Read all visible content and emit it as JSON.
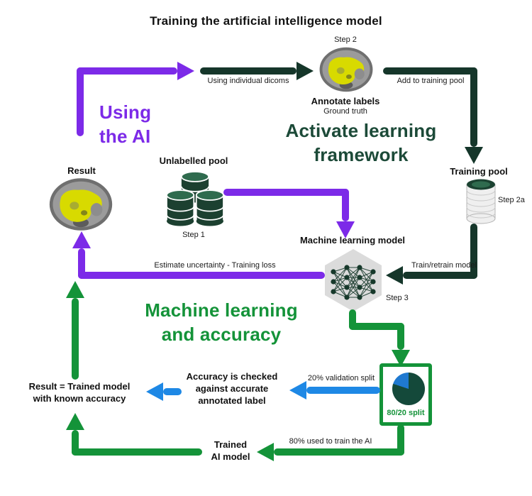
{
  "title": "Training the artificial intelligence model",
  "colors": {
    "purple": "#7c2ae8",
    "dark": "#15362a",
    "heading_dark": "#1c4a38",
    "green": "#149339",
    "blue": "#1e88e5",
    "pie_dark": "#14493a",
    "pie_blue": "#1f79d0"
  },
  "headings": {
    "using_ai": "Using\nthe AI",
    "active_learning": "Activate learning\nframework",
    "ml_accuracy": "Machine learning\nand accuracy"
  },
  "nodes": {
    "annotate": {
      "step": "Step 2",
      "label": "Annotate labels",
      "sublabel": "Ground truth"
    },
    "unlabelled_pool": {
      "label": "Unlabelled pool",
      "step": "Step 1"
    },
    "training_pool": {
      "label": "Training pool",
      "step": "Step 2a"
    },
    "ml_model": {
      "label": "Machine learning model",
      "step": "Step 3"
    },
    "result": {
      "label": "Result"
    },
    "split_box": {
      "label": "80/20 split"
    },
    "accuracy_check": {
      "label": "Accuracy is checked\nagainst accurate\nannotated label"
    },
    "result_trained": {
      "label": "Result = Trained model\nwith known accuracy"
    },
    "trained_model": {
      "label": "Trained\nAI model"
    }
  },
  "edges": {
    "using_dicoms": "Using individual dicoms",
    "add_to_pool": "Add to training pool",
    "train_retrain": "Train/retrain model",
    "estimate": "Estimate uncertainty - Training loss",
    "validation_split": "20% validation split",
    "train_split": "80% used to train the AI"
  }
}
